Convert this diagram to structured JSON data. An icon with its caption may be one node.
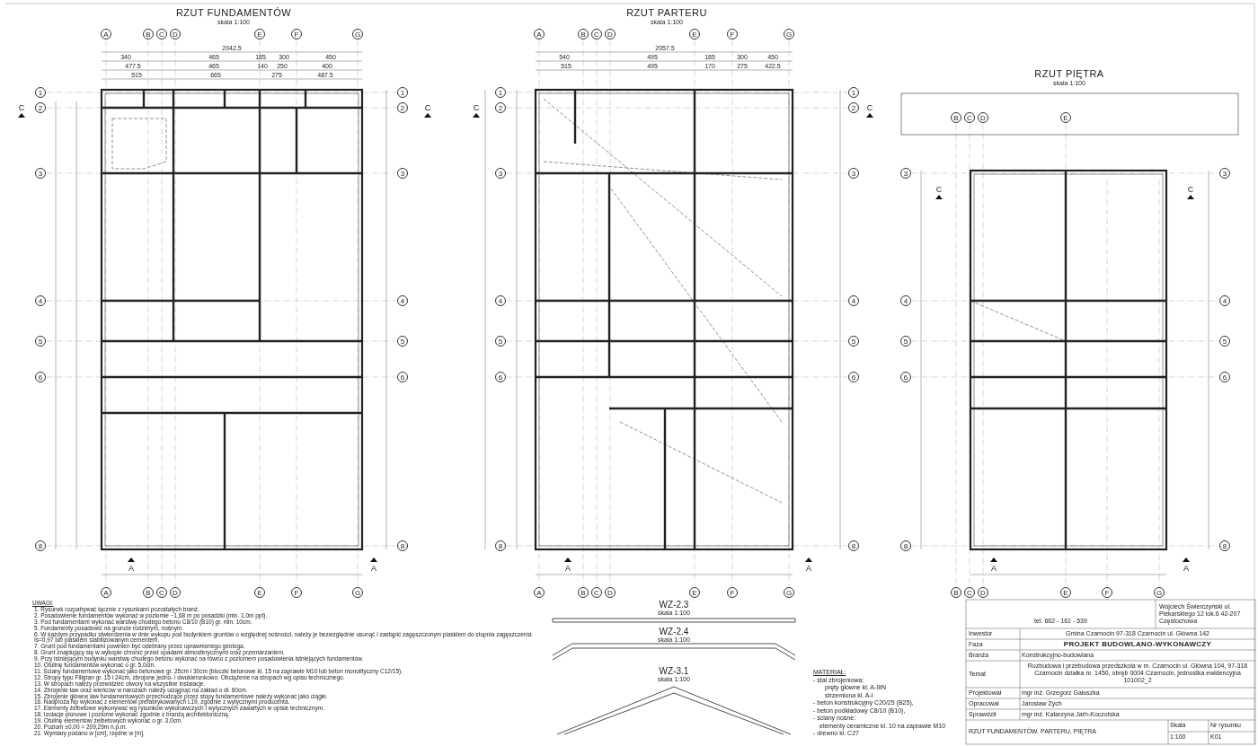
{
  "diagram": {
    "labels": [
      "RZUT FUNDAMENTÓW",
      "skala 1:100",
      "RZUT PARTERU",
      "skala 1:100",
      "RZUT PIĘTRA",
      "skala 1:100",
      "A",
      "B",
      "C",
      "D",
      "E",
      "F",
      "G",
      "A",
      "B",
      "C",
      "D",
      "E",
      "F",
      "G",
      "1",
      "2",
      "3",
      "4",
      "5",
      "6",
      "8",
      "1",
      "2",
      "3",
      "4",
      "5",
      "6",
      "8",
      "A",
      "B",
      "C",
      "D",
      "E",
      "F",
      "G",
      "A",
      "B",
      "C",
      "D",
      "E",
      "F",
      "G",
      "1",
      "2",
      "3",
      "4",
      "5",
      "6",
      "8",
      "1",
      "2",
      "3",
      "4",
      "5",
      "6",
      "8",
      "B",
      "C",
      "D",
      "E",
      "B",
      "C",
      "D",
      "E",
      "F",
      "G",
      "3",
      "4",
      "5",
      "6",
      "8",
      "3",
      "4",
      "5",
      "6",
      "8",
      "2042.5",
      "340",
      "465",
      "185",
      "300",
      "450",
      "477.5",
      "465",
      "140",
      "250",
      "400",
      "515",
      "665",
      "275",
      "487.5",
      "2057.5",
      "540",
      "495",
      "185",
      "300",
      "450",
      "515",
      "495",
      "170",
      "275",
      "422.5",
      "C",
      "C",
      "A",
      "A",
      "C",
      "C",
      "A",
      "A",
      "C",
      "C",
      "A",
      "A",
      "WZ-2.3",
      "skala 1:100",
      "WZ-2.4",
      "skala 1:100",
      "WZ-3.1",
      "skala 1:100",
      "UWAGI:",
      "1. Rysunek rozpatrywać łącznie z rysunkami pozostałych branż.",
      "2. Posadowienie fundamentów wykonać w poziomie −1,68 m po posadzki (min. 1,0m ppt).",
      "3. Pod fundamentami wykonać warstwę chudego betonu C8/10 (B10) gr. min. 10cm.",
      "5. Fundamenty posadowić na gruncie rodzimym, nośnym.",
      "6. W każdym przypadku stwierdzenia w dnie wykopu pod budynkiem gruntów o względnej nośności, należy je bezwzględnie usunąć i zastąpić zagęszczonym piaskiem do stopnia zagęszczenia Is=0,97 lub piaskiem stabilizowanym cementem.",
      "7. Grunt pod fundamentami powinien być odebrany przez uprawnionego geologa.",
      "8. Grunt znajdujący się w wykopie chronić przed opadami atmosferycznymi oraz przemarzaniem.",
      "9. Przy istniejącym budynku warstwę chudego betonu wykonać na równo z poziomem posadowienia istniejących fundamentów.",
      "10. Otulinę fundamentów wykonać o gr. 5,0cm.",
      "11. Ściany fundamentowe wykonać jako betonowe gr. 25cm i 30cm (bloczki betonowe kl. 15 na zaprawie M10 lub beton monolityczny C12/15).",
      "12. Stropy typu Filigran gr. 15 i 24cm, zbrojone jedno- i dwukierunkowo. Obciążenie na stropach wg opisu technicznego.",
      "13. W stropach należy przewidzieć otwory na wszystkie instalacje.",
      "14. Zbrojenie ław oraz wieńców w narożach należy uciągnąć na zakład o dł. 60cm.",
      "15. Zbrojenie główne ław fundamentowych przechodzące przez stopy fundamentowe należy wykonać jako ciągłe.",
      "16. Nadproża Np wykonać z elementów prefabrykowanych L19, zgodnie z wytycznymi producenta.",
      "17. Elementy żelbetowe wykonywać wg rysunków wykonawczych i wytycznych zawartych w opisie technicznym.",
      "18. Izolacje pionowe i poziome wykonać zgodnie z branżą architektoniczną.",
      "19. Otulinę elementów żelbetowych wykonać o gr. 3,0cm.",
      "20. Poziom ±0,00 = 209,29m n.p.m.",
      "21. Wymiary podano w [cm], rzędne w [m].",
      "MATERIAŁ:",
      "- stal zbrojeniowa:",
      "pręty główne kl. A-IIIN",
      "strzemiona kl. A-I",
      "- beton konstrukcyjny C20/25 (B25),",
      "- beton podkładowy C8/10 (B10),",
      "- ściany nośne:",
      "elementy ceramiczne kl. 10 na zaprawie M10",
      "- drewno kl. C27",
      "Wojciech Świerczyński ul. Piekarskiego 12 lok.6 42-207 Częstochowa",
      "tel. 662 - 161 - 539",
      "Inwestor",
      "Gmina Czarnocin 97-318 Czarnocin ul. Główna 142",
      "Faza",
      "PROJEKT BUDOWLANO-WYKONAWCZY",
      "Branża",
      "Konstrukcyjno-budowlana",
      "Temat",
      "Rozbudowa i przebudowa przedszkola w m. Czarnocin ul. Główna 104, 97-318 Czarnocin działka nr. 1450, obręb 0004 Czarnocin, jednostka ewidencyjna 101002_2",
      "Projektował",
      "mgr inż. Grzegorz Gałuszka",
      "Opracował",
      "Jarosław Żych",
      "Sprawdził",
      "mgr inż. Katarzyna Jarh-Koczotska",
      "RZUT FUNDAMENTÓW, PARTERU, PIĘTRA",
      "Skala",
      "1:100",
      "Nr rysunku",
      "K01"
    ]
  }
}
